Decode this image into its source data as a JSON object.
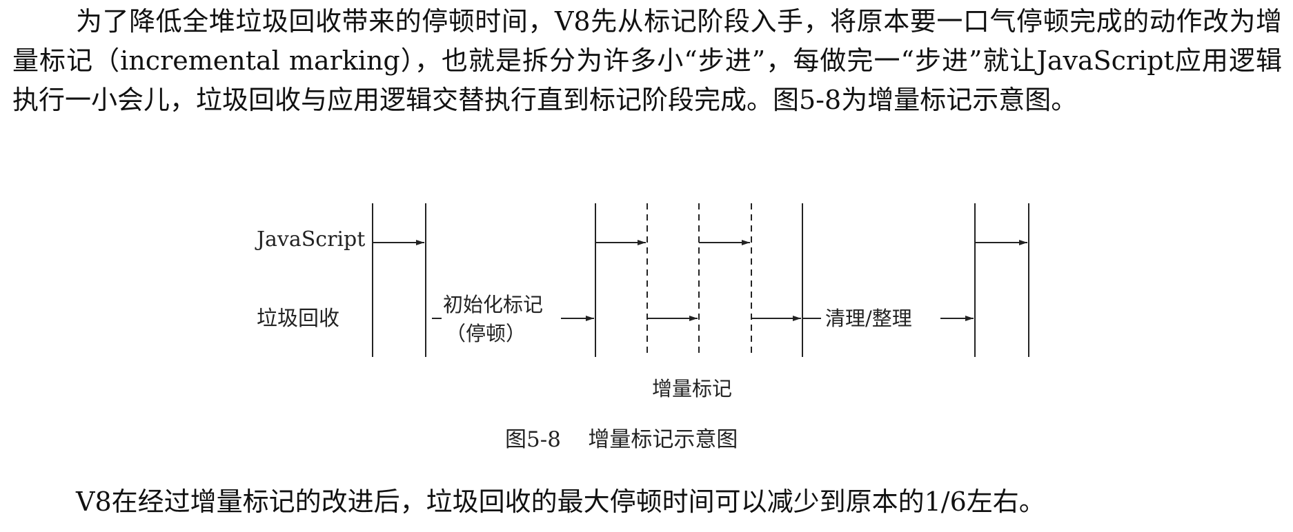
{
  "paragraphs": {
    "p1": "为了降低全堆垃圾回收带来的停顿时间，V8先从标记阶段入手，将原本要一口气停顿完成的动作改为增量标记（incremental marking），也就是拆分为许多小“步进”，每做完一“步进”就让JavaScript应用逻辑执行一小会儿，垃圾回收与应用逻辑交替执行直到标记阶段完成。图5-8为增量标记示意图。",
    "p2": "V8在经过增量标记的改进后，垃圾回收的最大停顿时间可以减少到原本的1/6左右。"
  },
  "figure": {
    "row_javascript": "JavaScript",
    "row_gc": "垃圾回收",
    "initial_marking_line1": "初始化标记",
    "initial_marking_line2": "（停顿）",
    "cleanup": "清理/整理",
    "incremental_marking": "增量标记",
    "caption": "图5-8    增量标记示意图"
  }
}
